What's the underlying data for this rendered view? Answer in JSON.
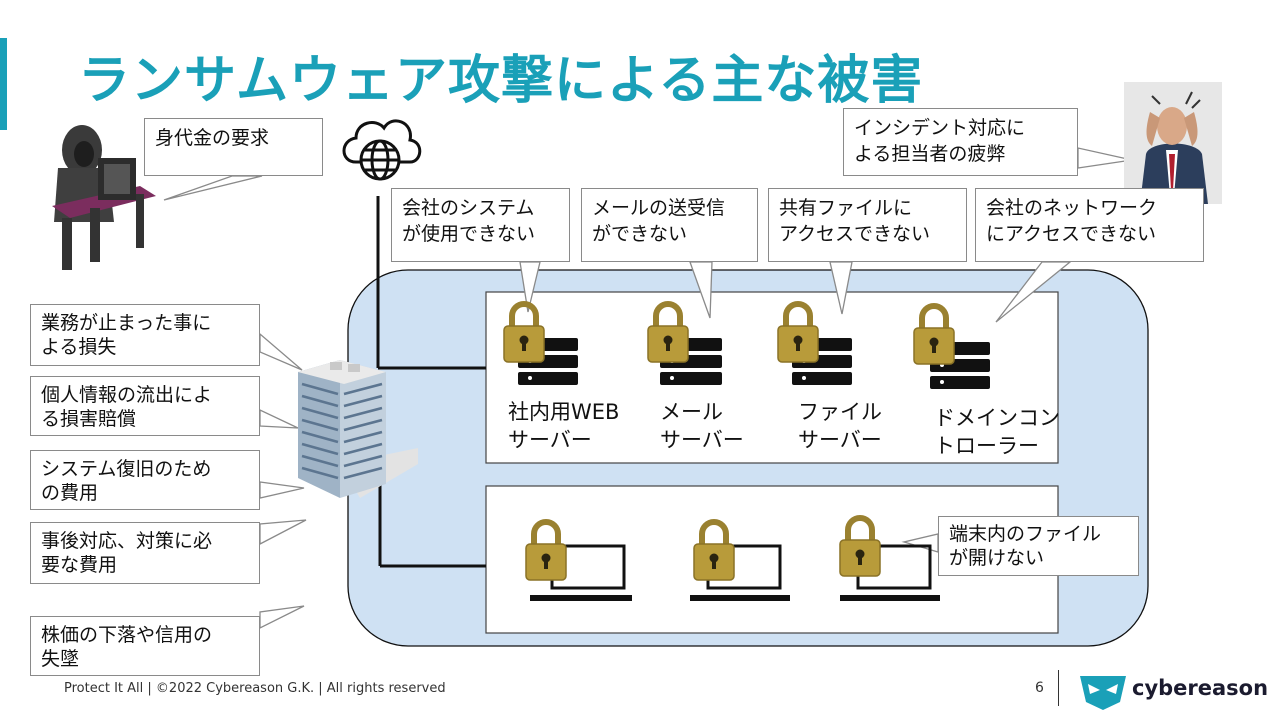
{
  "title": "ランサムウェア攻撃による主な被害",
  "callouts": {
    "ransom": "身代金の要求",
    "fatigue_1": "インシデント対応に",
    "fatigue_2": "よる担当者の疲弊",
    "sys_1": "会社のシステム",
    "sys_2": "が使用できない",
    "mail_1": "メールの送受信",
    "mail_2": "ができない",
    "file_1": "共有ファイルに",
    "file_2": "アクセスできない",
    "net_1": "会社のネットワーク",
    "net_2": "にアクセスできない",
    "terminal_1": "端末内のファイル",
    "terminal_2": "が開けない"
  },
  "damages": [
    {
      "line1": "業務が止まった事に",
      "line2": "よる損失"
    },
    {
      "line1": "個人情報の流出によ",
      "line2": "る損害賠償"
    },
    {
      "line1": "システム復旧のため",
      "line2": "の費用"
    },
    {
      "line1": "事後対応、対策に必",
      "line2": "要な費用"
    },
    {
      "line1": "株価の下落や信用の",
      "line2": "失墜"
    }
  ],
  "servers": [
    {
      "line1": "社内用WEB",
      "line2": "サーバー"
    },
    {
      "line1": "メール",
      "line2": "サーバー"
    },
    {
      "line1": "ファイル",
      "line2": "サーバー"
    },
    {
      "line1": "ドメインコン",
      "line2": "トローラー"
    }
  ],
  "footer": {
    "copyright": "Protect It All | ©2022 Cybereason G.K. | All rights reserved",
    "page_number": "6",
    "brand": "cybereason"
  },
  "colors": {
    "accent": "#1aa0b8",
    "network_bg": "#cfe1f3",
    "lock_gold": "#b89b3a",
    "hacker_desk": "#7b2d5e"
  }
}
